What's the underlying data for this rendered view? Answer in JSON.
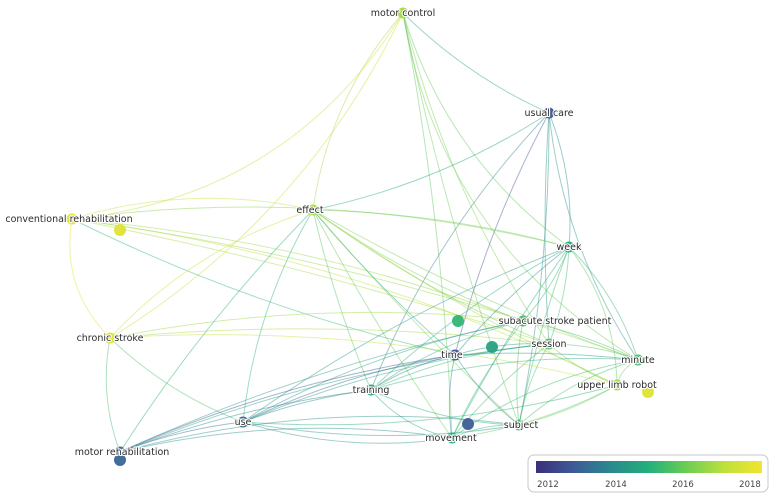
{
  "network": {
    "nodes": [
      {
        "id": "motor-control",
        "label": "motor control",
        "year": 2016.9
      },
      {
        "id": "usual-care",
        "label": "usual care",
        "year": 2012.7
      },
      {
        "id": "conventional-rehabilitation",
        "label": "conventional rehabilitation",
        "year": 2018.0
      },
      {
        "id": "effect",
        "label": "effect",
        "year": 2017.0
      },
      {
        "id": "week",
        "label": "week",
        "year": 2015.0
      },
      {
        "id": "chronic-stroke",
        "label": "chronic stroke",
        "year": 2018.0
      },
      {
        "id": "subacute-stroke-patient",
        "label": "subacute stroke patient",
        "year": 2015.6
      },
      {
        "id": "session",
        "label": "session",
        "year": 2015.8
      },
      {
        "id": "minute",
        "label": "minute",
        "year": 2015.5
      },
      {
        "id": "time",
        "label": "time",
        "year": 2012.5
      },
      {
        "id": "upper-limb-robot",
        "label": "upper limb robot",
        "year": 2016.8
      },
      {
        "id": "training",
        "label": "training",
        "year": 2014.6
      },
      {
        "id": "use",
        "label": "use",
        "year": 2013.2
      },
      {
        "id": "subject",
        "label": "subject",
        "year": 2015.4
      },
      {
        "id": "movement",
        "label": "movement",
        "year": 2015.0
      },
      {
        "id": "motor-rehabilitation",
        "label": "motor rehabilitation",
        "year": 2013.0
      }
    ]
  },
  "legend": {
    "ticks": [
      "2012",
      "2014",
      "2016",
      "2018"
    ],
    "colors": [
      "#3b2f7a",
      "#3e5a97",
      "#2a8a8d",
      "#23b07a",
      "#6ccd54",
      "#bfe03b",
      "#f2e530"
    ]
  }
}
